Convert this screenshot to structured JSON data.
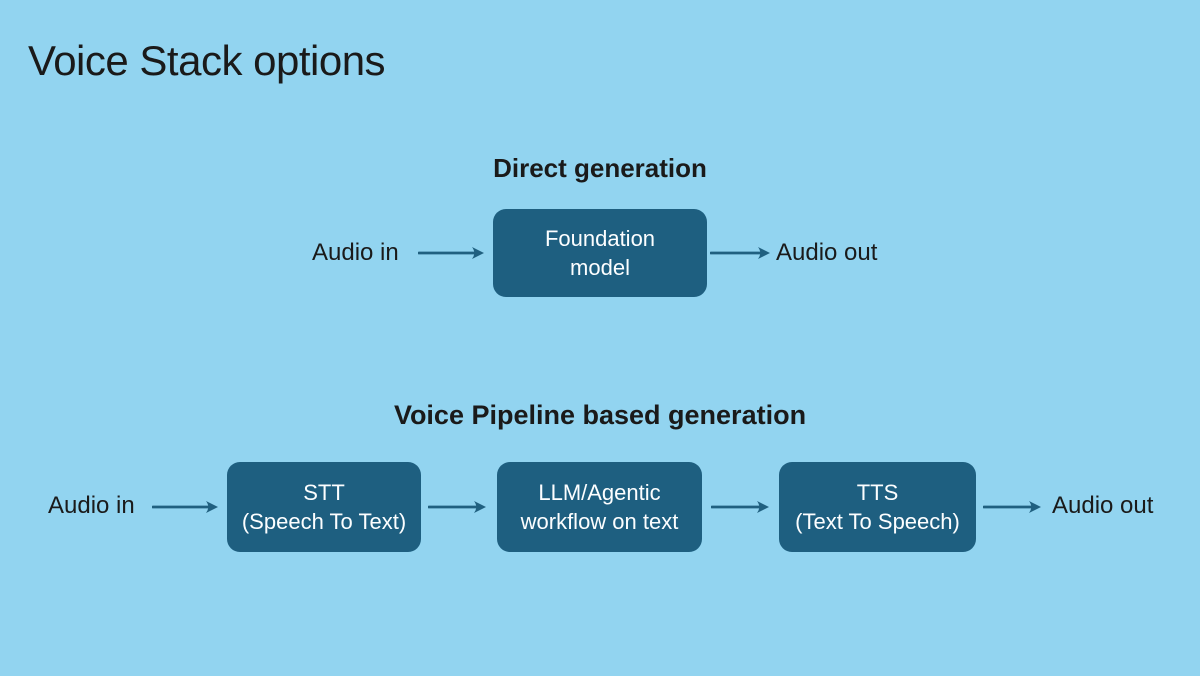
{
  "page": {
    "title": "Voice Stack options"
  },
  "colors": {
    "background": "#92D4F0",
    "node_fill": "#1E5F80",
    "node_text": "#FCFEFF",
    "text": "#1A1A1A",
    "arrow": "#206080"
  },
  "diagram": {
    "direct": {
      "heading": "Direct generation",
      "input_label": "Audio in",
      "output_label": "Audio out",
      "node": {
        "line1": "Foundation",
        "line2": "model"
      }
    },
    "pipeline": {
      "heading": "Voice Pipeline based generation",
      "input_label": "Audio in",
      "output_label": "Audio out",
      "nodes": [
        {
          "line1": "STT",
          "line2": "(Speech To Text)"
        },
        {
          "line1": "LLM/Agentic",
          "line2": "workflow on text"
        },
        {
          "line1": "TTS",
          "line2": "(Text To Speech)"
        }
      ]
    }
  }
}
